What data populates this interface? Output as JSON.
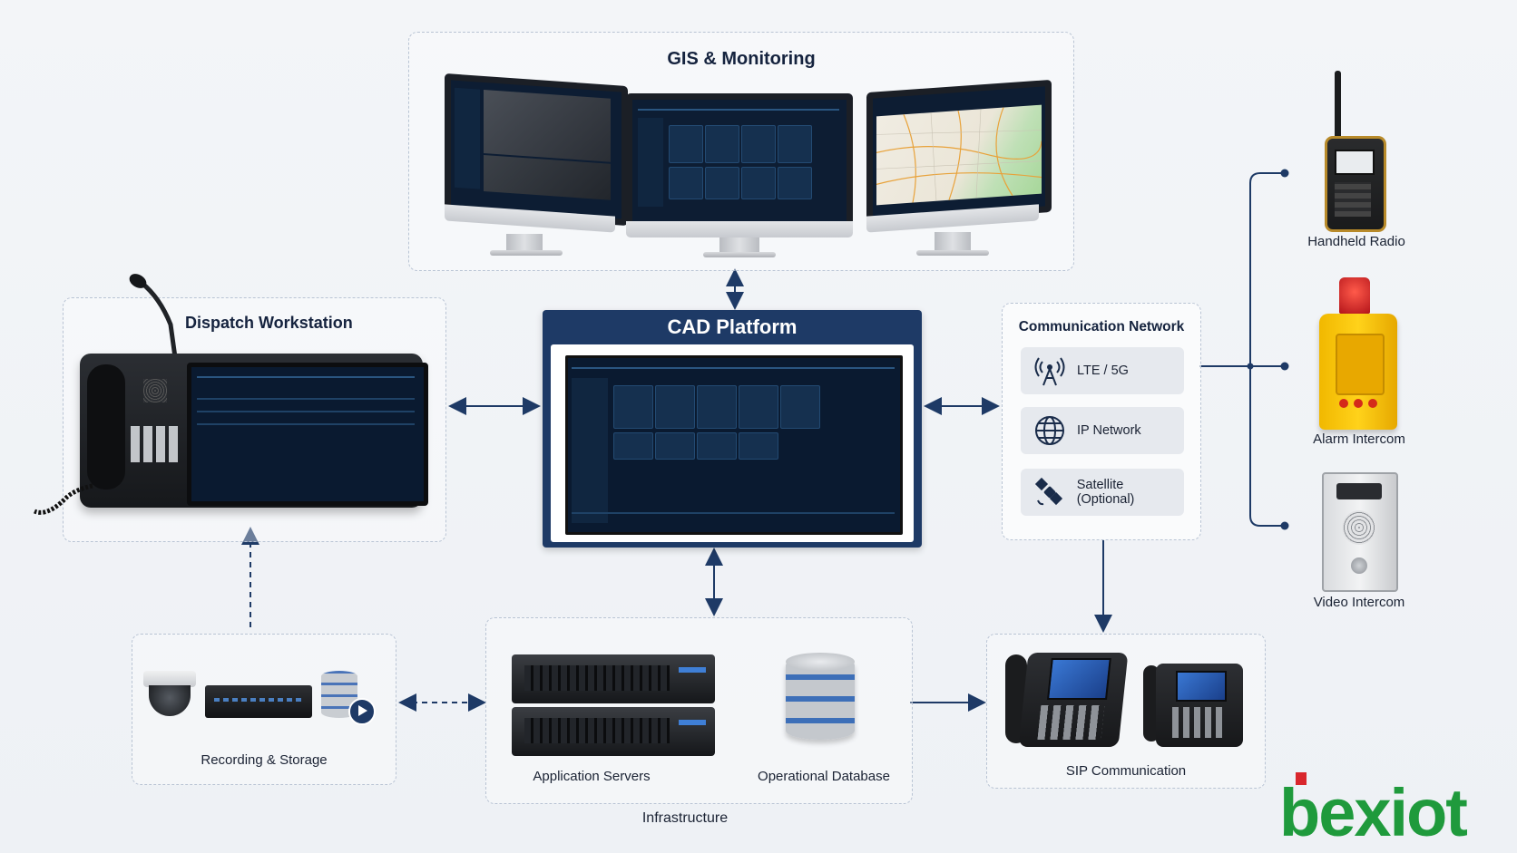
{
  "diagram": {
    "gis_title": "GIS & Monitoring",
    "dispatch_title": "Dispatch Workstation",
    "cad_title": "CAD Platform",
    "comm_title": "Communication Network",
    "comm_items": [
      "LTE / 5G",
      "IP Network",
      "Satellite (Optional)"
    ],
    "devices": [
      "Handheld Radio",
      "Alarm Intercom",
      "Video Intercom"
    ],
    "recording_label": "Recording & Storage",
    "app_servers_label": "Application Servers",
    "database_label": "Operational Database",
    "infrastructure_label": "Infrastructure",
    "sip_label": "SIP Communication",
    "logo_text": "bexiot"
  },
  "colors": {
    "navy": "#1e3a66",
    "arrow": "#1e3a66",
    "logo_green": "#1f9a3c",
    "logo_red": "#d9262c"
  }
}
